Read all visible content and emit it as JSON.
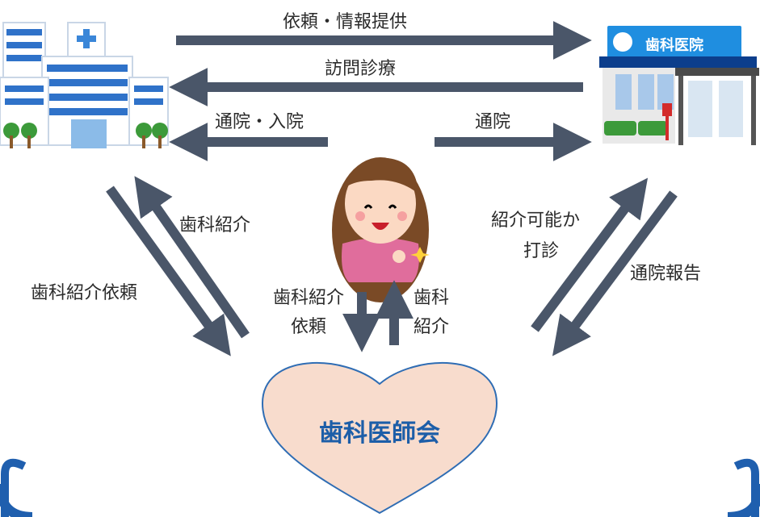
{
  "labels": {
    "request_info": "依頼・情報提供",
    "home_visit": "訪問診療",
    "visit_admission": "通院・入院",
    "visit": "通院",
    "dental_referral_left": "歯科紹介",
    "dental_referral_request_left": "歯科紹介依頼",
    "referral_possible_line1": "紹介可能か",
    "referral_possible_line2": "打診",
    "visit_report": "通院報告",
    "center_request_line1": "歯科紹介",
    "center_request_line2": "依頼",
    "center_referral_line1": "歯科",
    "center_referral_line2": "紹介"
  },
  "dental_clinic_sign": "歯科医院",
  "dental_association": "歯科医師会",
  "colors": {
    "arrow": "#4a5669",
    "heart_fill": "#f8dccd",
    "heart_stroke": "#2f6db4",
    "frame": "#1f5fae",
    "heart_text": "#1d5ea8"
  }
}
